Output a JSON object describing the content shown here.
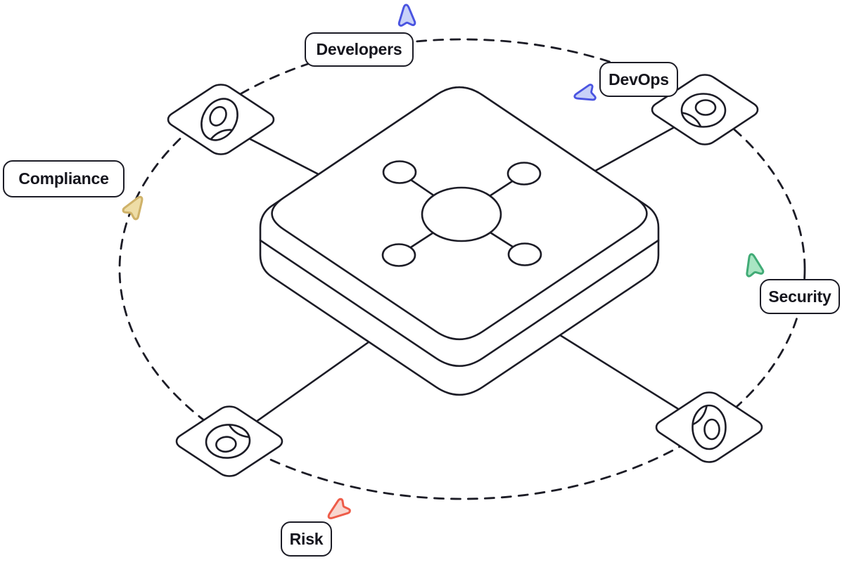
{
  "diagram": {
    "name": "platform-collaboration-orbit-diagram",
    "center_icon": "layered-platform-with-network-hub-icon",
    "node_icon": "avatar-icon",
    "orbit_style": "dashed-ellipse",
    "node_count": 4,
    "connector_count": 4
  },
  "labels": {
    "developers": "Developers",
    "devops": "DevOps",
    "compliance": "Compliance",
    "security": "Security",
    "risk": "Risk"
  },
  "colors": {
    "ink": "#1c1c26",
    "background": "#ffffff",
    "cursor_blue_fill": "#c9d2f8",
    "cursor_blue_stroke": "#4a54e1",
    "cursor_yellow_fill": "#eedda6",
    "cursor_yellow_stroke": "#cfb269",
    "cursor_green_fill": "#a9e5c3",
    "cursor_green_stroke": "#41ab76",
    "cursor_red_fill": "#f8d6cf",
    "cursor_red_stroke": "#ee5c49"
  }
}
